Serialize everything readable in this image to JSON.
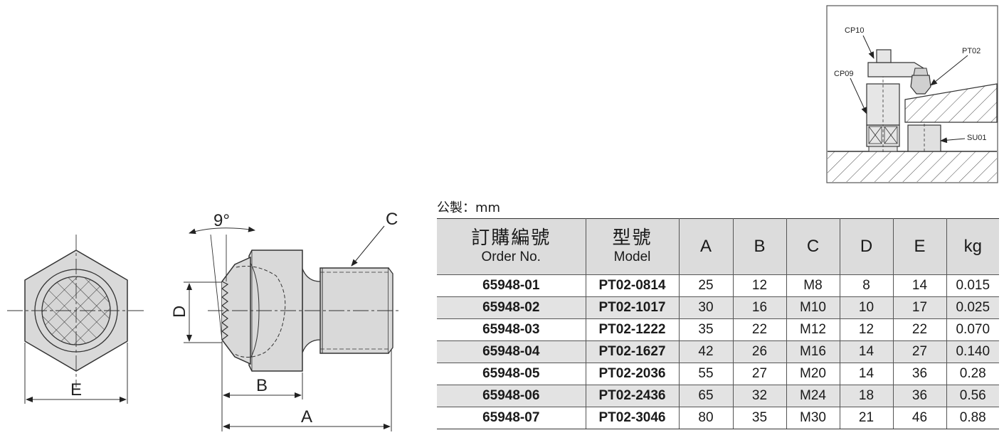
{
  "inset": {
    "labels": [
      "CP10",
      "PT02",
      "CP09",
      "SU01"
    ]
  },
  "drawing": {
    "angle_label": "9°",
    "dim_C": "C",
    "dim_D": "D",
    "dim_B": "B",
    "dim_A": "A",
    "dim_E": "E"
  },
  "unit_label": "公製：mm",
  "table": {
    "headers": [
      {
        "zh": "訂購編號",
        "en": "Order No."
      },
      {
        "zh": "型號",
        "en": "Model"
      },
      {
        "dim": "A"
      },
      {
        "dim": "B"
      },
      {
        "dim": "C"
      },
      {
        "dim": "D"
      },
      {
        "dim": "E"
      },
      {
        "dim": "kg"
      }
    ],
    "rows": [
      [
        "65948-01",
        "PT02-0814",
        "25",
        "12",
        "M8",
        "8",
        "14",
        "0.015"
      ],
      [
        "65948-02",
        "PT02-1017",
        "30",
        "16",
        "M10",
        "10",
        "17",
        "0.025"
      ],
      [
        "65948-03",
        "PT02-1222",
        "35",
        "22",
        "M12",
        "12",
        "22",
        "0.070"
      ],
      [
        "65948-04",
        "PT02-1627",
        "42",
        "26",
        "M16",
        "14",
        "27",
        "0.140"
      ],
      [
        "65948-05",
        "PT02-2036",
        "55",
        "27",
        "M20",
        "14",
        "36",
        "0.28"
      ],
      [
        "65948-06",
        "PT02-2436",
        "65",
        "32",
        "M24",
        "18",
        "36",
        "0.56"
      ],
      [
        "65948-07",
        "PT02-3046",
        "80",
        "35",
        "M30",
        "21",
        "46",
        "0.88"
      ]
    ]
  }
}
